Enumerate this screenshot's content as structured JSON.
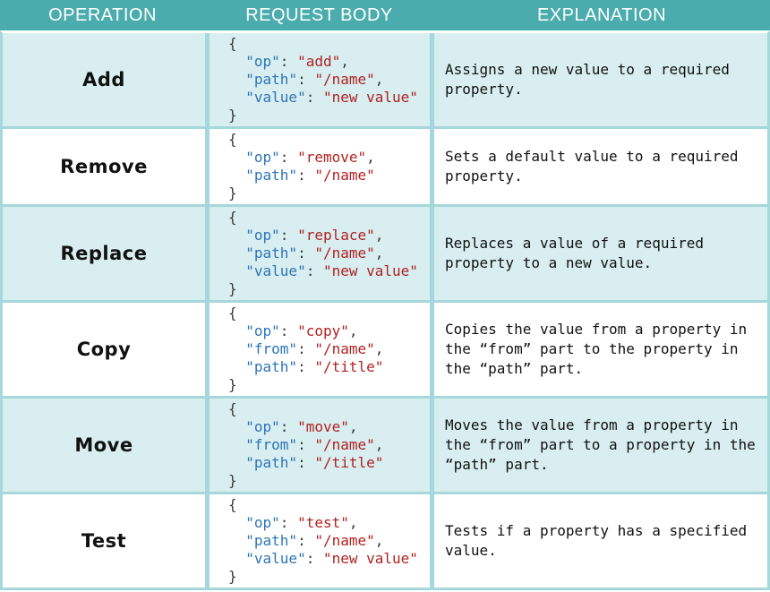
{
  "header": {
    "operation": "OPERATION",
    "request_body": "REQUEST BODY",
    "explanation": "EXPLANATION"
  },
  "rows": [
    {
      "operation": "Add",
      "request_body": {
        "open": "{",
        "close": "}",
        "pairs": [
          {
            "key": "op",
            "value": "add"
          },
          {
            "key": "path",
            "value": "/name"
          },
          {
            "key": "value",
            "value": "new value"
          }
        ]
      },
      "explanation": "Assigns a new value to a required property."
    },
    {
      "operation": "Remove",
      "request_body": {
        "open": "{",
        "close": "}",
        "pairs": [
          {
            "key": "op",
            "value": "remove"
          },
          {
            "key": "path",
            "value": "/name"
          }
        ]
      },
      "explanation": "Sets a default value to a required property."
    },
    {
      "operation": "Replace",
      "request_body": {
        "open": "{",
        "close": "}",
        "pairs": [
          {
            "key": "op",
            "value": "replace"
          },
          {
            "key": "path",
            "value": "/name"
          },
          {
            "key": "value",
            "value": "new value"
          }
        ]
      },
      "explanation": "Replaces a value of a required property to a new value."
    },
    {
      "operation": "Copy",
      "request_body": {
        "open": "{",
        "close": "}",
        "pairs": [
          {
            "key": "op",
            "value": "copy"
          },
          {
            "key": "from",
            "value": "/name"
          },
          {
            "key": "path",
            "value": "/title"
          }
        ]
      },
      "explanation": "Copies the value from a property in the “from” part to the property in the “path” part."
    },
    {
      "operation": "Move",
      "request_body": {
        "open": "{",
        "close": "}",
        "pairs": [
          {
            "key": "op",
            "value": "move"
          },
          {
            "key": "from",
            "value": "/name"
          },
          {
            "key": "path",
            "value": "/title"
          }
        ]
      },
      "explanation": "Moves the value from a property in the “from” part to a property in the “path” part."
    },
    {
      "operation": "Test",
      "request_body": {
        "open": "{",
        "close": "}",
        "pairs": [
          {
            "key": "op",
            "value": "test"
          },
          {
            "key": "path",
            "value": "/name"
          },
          {
            "key": "value",
            "value": "new value"
          }
        ]
      },
      "explanation": "Tests if a property has a specified value."
    }
  ],
  "colors": {
    "header_bg": "#4bacae",
    "header_text": "#ffffff",
    "row_alt_bg": "#d8eef0",
    "row_bg": "#ffffff",
    "border": "#a4d8da",
    "json_key": "#2e75b6",
    "json_string": "#b22222",
    "json_punct": "#3b3b3b",
    "text": "#111111"
  }
}
